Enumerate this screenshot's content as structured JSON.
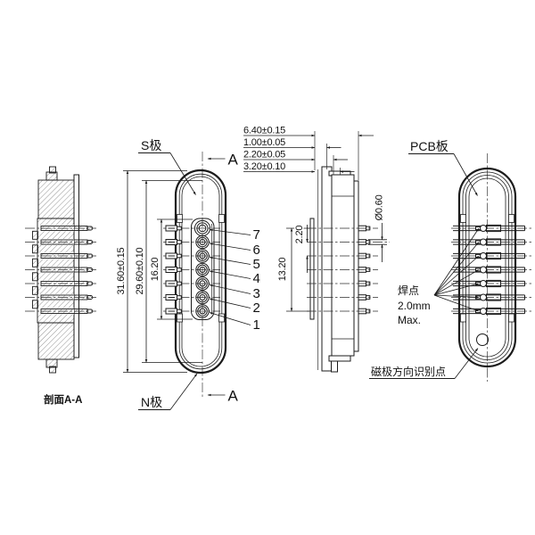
{
  "drawing": {
    "section_view": {
      "label": "剖面A-A"
    },
    "front_view": {
      "s_pole_label": "S极",
      "n_pole_label": "N极",
      "section_marker_top": "A",
      "section_marker_bottom": "A",
      "dim_total_height": "31.60±0.15",
      "dim_inner_height": "29.60±0.10",
      "dim_housing_height": "16.20",
      "pin_numbers": [
        "7",
        "6",
        "5",
        "4",
        "3",
        "2",
        "1"
      ]
    },
    "side_view": {
      "dim_total_width": "6.40±0.15",
      "dim_step1": "1.00±0.05",
      "dim_step2": "2.20±0.05",
      "dim_step3": "3.20±0.10",
      "dim_pin_diameter": "Ø0.60",
      "dim_pin_pitch": "2.20",
      "dim_pin_span": "13.20"
    },
    "pcb_view": {
      "pcb_label": "PCB板",
      "solder_note_line1": "焊点",
      "solder_note_line2": "2.0mm",
      "solder_note_line3": "Max.",
      "polarity_note": "磁极方向识别点"
    }
  }
}
